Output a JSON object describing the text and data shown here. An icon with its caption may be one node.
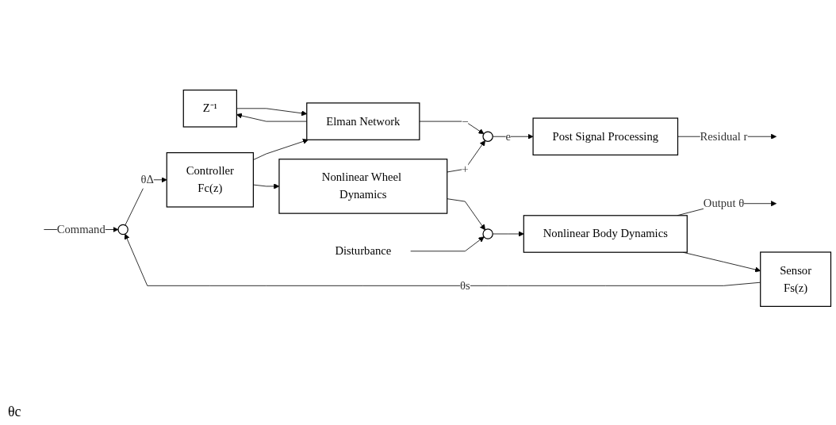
{
  "diagram": {
    "nodes": [
      {
        "text": [
          "Z⁻¹"
        ]
      },
      {
        "text": [
          "Elman Network"
        ]
      },
      {
        "text": [],
        "shape": "circle"
      },
      {
        "text": [
          "Post Signal Processing"
        ]
      },
      {
        "text": [],
        "shape": "circle"
      },
      {
        "text": [
          "Controller",
          "Fc(z)"
        ]
      },
      {
        "text": [
          "Nonlinear Wheel Dynamics"
        ]
      },
      {
        "text": [],
        "shape": "circle"
      },
      {
        "text": [
          "Nonlinear Body Dynamics"
        ]
      },
      {
        "text": [
          "Disturbance"
        ]
      },
      {
        "text": [
          "Sensor",
          "Fs(z)"
        ]
      }
    ],
    "edges": [
      {
        "from": 1,
        "to": 0,
        "arrow": "to"
      },
      {
        "from": 0,
        "to": 1,
        "arrow": "to"
      },
      {
        "from": 5,
        "to": 1,
        "arrow": "to"
      },
      {
        "from": 1,
        "to": 2,
        "label": "−",
        "arrow": "to"
      },
      {
        "from": 6,
        "to": 2,
        "label": "+",
        "arrow": "to"
      },
      {
        "from": 2,
        "to": 3,
        "label": "e",
        "arrow": "to"
      },
      {
        "from": 3,
        "to": null,
        "label": "Residual r",
        "arrow": "to"
      },
      {
        "from": null,
        "to": 4,
        "label": "Command",
        "arrow": "to"
      },
      {
        "from": 4,
        "to": 5,
        "label": "θΔ",
        "arrow": "to"
      },
      {
        "from": 5,
        "to": 6,
        "arrow": "to"
      },
      {
        "from": 6,
        "to": 7,
        "arrow": "to"
      },
      {
        "from": 9,
        "to": 7,
        "arrow": "to"
      },
      {
        "from": 7,
        "to": 8,
        "arrow": "to"
      },
      {
        "from": 8,
        "to": null,
        "label": "Output θ",
        "arrow": "to"
      },
      {
        "from": 8,
        "to": 10,
        "arrow": "to"
      },
      {
        "from": 10,
        "to": 4,
        "label": "θs",
        "arrow": "to"
      }
    ],
    "labels": [
      "θc"
    ]
  }
}
